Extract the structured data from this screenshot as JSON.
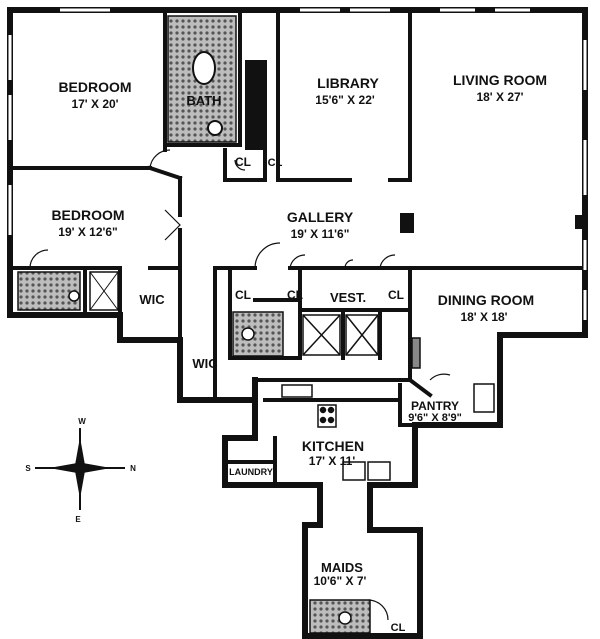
{
  "rooms": {
    "bedroom1": {
      "name": "BEDROOM",
      "dims": "17' X 20'"
    },
    "bath": {
      "name": "BATH"
    },
    "library": {
      "name": "LIBRARY",
      "dims": "15'6\" X 22'"
    },
    "living": {
      "name": "LIVING ROOM",
      "dims": "18' X 27'"
    },
    "bedroom2": {
      "name": "BEDROOM",
      "dims": "19' X 12'6\""
    },
    "gallery": {
      "name": "GALLERY",
      "dims": "19' X 11'6\""
    },
    "dining": {
      "name": "DINING ROOM",
      "dims": "18' X 18'"
    },
    "vest": {
      "name": "VEST."
    },
    "pantry": {
      "name": "PANTRY",
      "dims": "9'6\" X 8'9\""
    },
    "kitchen": {
      "name": "KITCHEN",
      "dims": "17' X 11'"
    },
    "laundry": {
      "name": "LAUNDRY"
    },
    "maids": {
      "name": "MAIDS",
      "dims": "10'6\" X 7'"
    }
  },
  "closets": {
    "cl": "CL",
    "wic": "WIC"
  },
  "compass": {
    "n": "N",
    "s": "S",
    "e": "E",
    "w": "W"
  },
  "colors": {
    "wall": "#111111",
    "background": "#ffffff",
    "tile": "#9a9a9a"
  }
}
